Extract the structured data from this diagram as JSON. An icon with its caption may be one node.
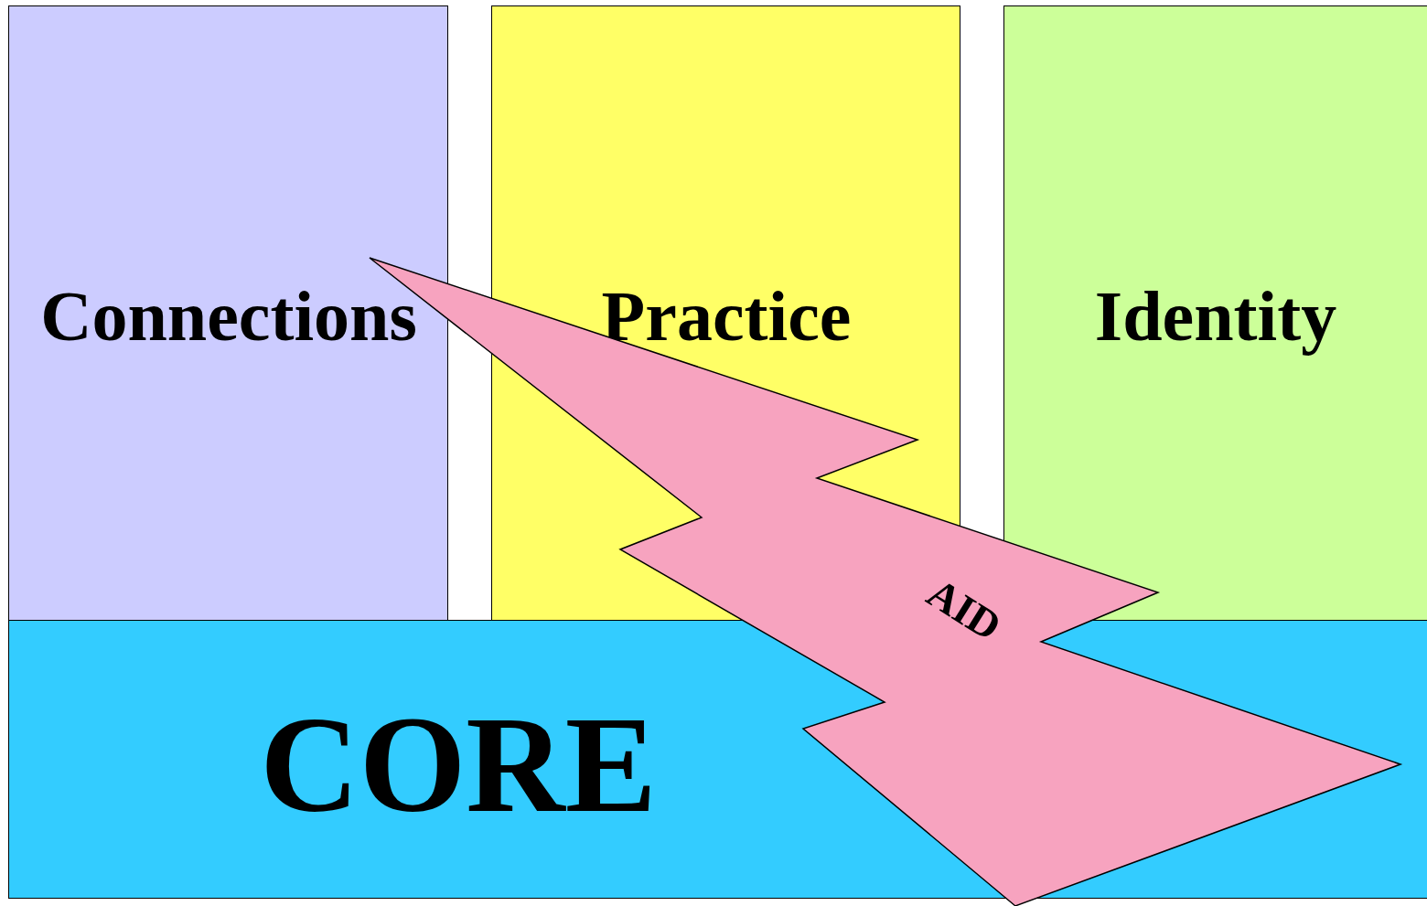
{
  "diagram": {
    "nodes": [
      {
        "text": [
          "Connections"
        ]
      },
      {
        "text": [
          "Practice"
        ]
      },
      {
        "text": [
          "Identity"
        ]
      },
      {
        "text": [
          "CORE"
        ]
      },
      {
        "text": [
          "AID"
        ]
      }
    ]
  }
}
